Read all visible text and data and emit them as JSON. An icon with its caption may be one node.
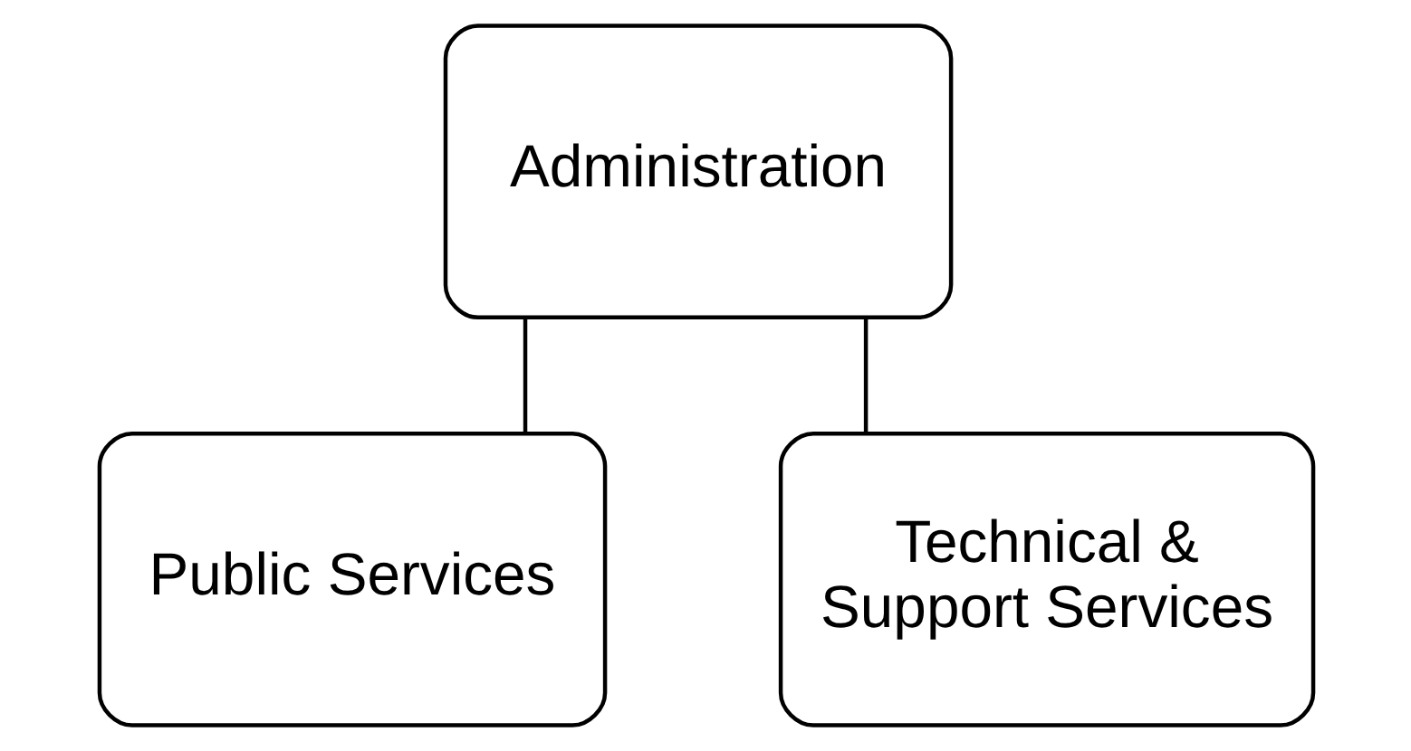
{
  "diagram": {
    "nodes": [
      {
        "text": [
          "Administration"
        ]
      },
      {
        "text": [
          "Public Services"
        ]
      },
      {
        "text": [
          "Technical & Support Services"
        ]
      }
    ],
    "edges": [
      {
        "from": 0,
        "to": 1,
        "arrow": "none"
      },
      {
        "from": 0,
        "to": 2,
        "arrow": "none"
      }
    ]
  }
}
